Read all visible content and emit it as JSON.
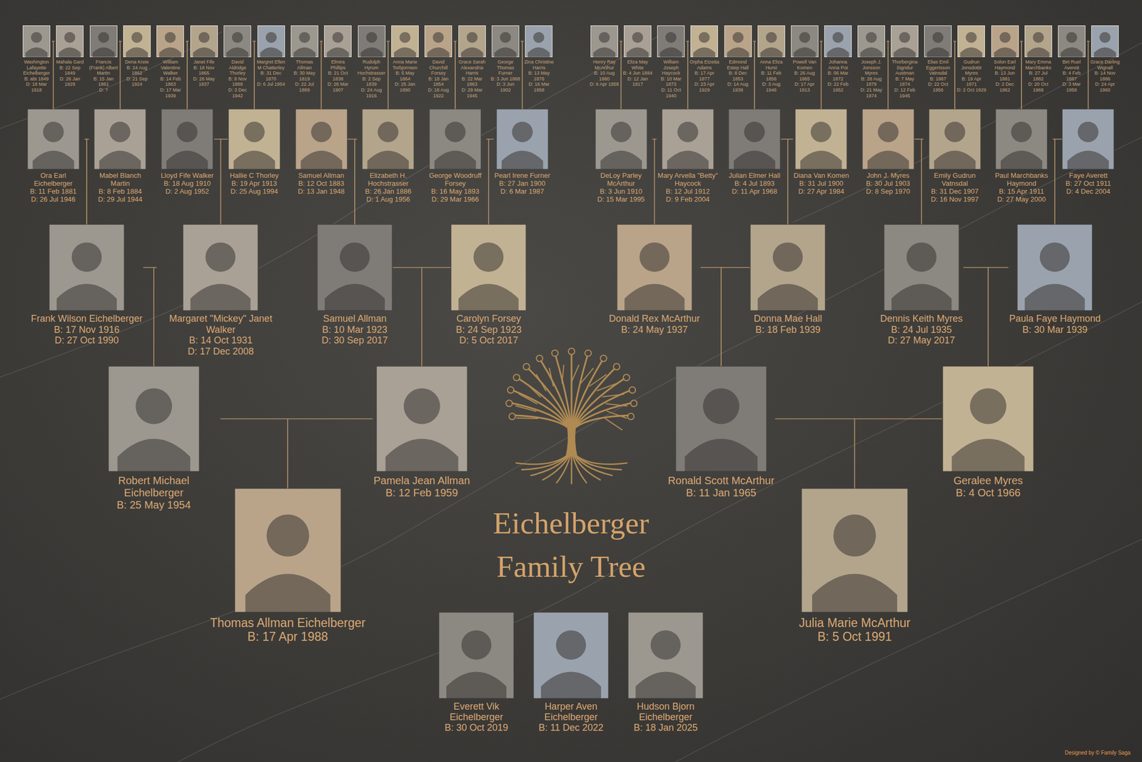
{
  "diagram": {
    "title": "Eichelberger Family Tree",
    "nodes": [
      {
        "text": [
          "Washington Lafayette Eichelberger",
          "B: abt 1849",
          "D: 18 Mar 1918"
        ]
      },
      {
        "text": [
          "Mahala Gard",
          "B: 22 Sep 1849",
          "D: 26 Jan 1929"
        ]
      },
      {
        "text": [
          "Francis (Frank) Albert Martin",
          "B: 15 Jan 1861",
          "D: ?"
        ]
      },
      {
        "text": [
          "Dena Kreie",
          "B: 24 Aug 1862",
          "D: 21 Sep 1924"
        ]
      },
      {
        "text": [
          "William Valentine Walker",
          "B: 14 Feb 1863",
          "D: 17 Mar 1939"
        ]
      },
      {
        "text": [
          "Janet Fife",
          "B: 18 Nov 1865",
          "D: 26 May 1937"
        ]
      },
      {
        "text": [
          "David Aldridge Thorley",
          "B: 8 Nov 1869",
          "D: 3 Dec 1942"
        ]
      },
      {
        "text": [
          "Margret Ellen M Chatterley",
          "B: 31 Dec 1870",
          "D: 6 Jul 1954"
        ]
      },
      {
        "text": [
          "Thomas Allman",
          "B: 30 May 1819",
          "D: 22 Jul 1889"
        ]
      },
      {
        "text": [
          "Elmira Phillips",
          "B: 21 Oct 1838",
          "D: 26 Mar 1907"
        ]
      },
      {
        "text": [
          "Rudolph Hyrum Hochstrasser",
          "B: 2 Sep 1839",
          "D: 24 Aug 1916"
        ]
      },
      {
        "text": [
          "Anna Marie Torbjornsen",
          "B: 5 May 1864",
          "D: 25 Jan 1890"
        ]
      },
      {
        "text": [
          "David Churchill Forsey",
          "B: 18 Jan 1854",
          "D: 18 Aug 1922"
        ]
      },
      {
        "text": [
          "Grace Sarah Alexandria Harris",
          "B: 22 Mar 1863",
          "D: 29 Mar 1945"
        ]
      },
      {
        "text": [
          "George Thomas Furner",
          "B: 3 Jun 1868",
          "D: 3 Jun 1902"
        ]
      },
      {
        "text": [
          "Zina Christine Harris",
          "B: 13 May 1876",
          "D: 16 Mar 1958"
        ]
      },
      {
        "text": [
          "Henry Ray McArthur",
          "B: 10 Aug 1880",
          "D: 6 Apr 1958"
        ]
      },
      {
        "text": [
          "Eliza May White",
          "B: 4 Jun 1884",
          "D: 12 Jan 1917"
        ]
      },
      {
        "text": [
          "William Joseph Haycock",
          "B: 10 Mar 1873",
          "D: 11 Oct 1940"
        ]
      },
      {
        "text": [
          "Orpha Etzetta Adams",
          "B: 17 Apr 1877",
          "D: 23 Apr 1929"
        ]
      },
      {
        "text": [
          "Edmond Estep Hall",
          "B: 8 Dec 1853",
          "D: 14 Aug 1938"
        ]
      },
      {
        "text": [
          "Anna Eliza Hurst",
          "B: 11 Feb 1856",
          "D: 3 Aug 1946"
        ]
      },
      {
        "text": [
          "Powell Van Komen",
          "B: 26 Aug 1865",
          "D: 17 Apr 1913"
        ]
      },
      {
        "text": [
          "Johanna Anna Pot",
          "B: 06 Mar 1872",
          "D: 22 Feb 1952"
        ]
      },
      {
        "text": [
          "Joseph J. Jonsson Myres",
          "B: 28 Aug 1879",
          "D: 21 May 1974"
        ]
      },
      {
        "text": [
          "Thorbergina Sigridur Austman",
          "B: 7 May 1874",
          "D: 12 Feb 1945"
        ]
      },
      {
        "text": [
          "Elias Emil Eggertsson Vatnsdal",
          "B: 1867",
          "D: 22 Oct 1956"
        ]
      },
      {
        "text": [
          "Gudrun Jonsdottir Myres",
          "B: 19 Apr 1871",
          "D: 2 Oct 1929"
        ]
      },
      {
        "text": [
          "Solon Earl Haymond",
          "B: 13 Jun 1881",
          "D: 2 Dec 1962"
        ]
      },
      {
        "text": [
          "Mary Emma Marchbanks",
          "B: 27 Jul 1882",
          "D: 20 Oct 1968"
        ]
      },
      {
        "text": [
          "Birt Ruel Averett",
          "B: 4 Feb 1887",
          "D: 3 Mar 1958"
        ]
      },
      {
        "text": [
          "Grace Darling Wignall",
          "B: 14 Nov 1886",
          "D: 24 Apr 1960"
        ]
      },
      {
        "text": [
          "Ora Earl Eichelberger",
          "B: 11 Feb 1881",
          "D: 26 Jul 1946"
        ]
      },
      {
        "text": [
          "Mabel Blanch Martin",
          "B: 8 Feb 1884",
          "D: 29 Jul 1944"
        ]
      },
      {
        "text": [
          "Lloyd Fife Walker",
          "B: 18 Aug 1910",
          "D: 2 Aug 1952"
        ]
      },
      {
        "text": [
          "Hallie C Thorley",
          "B: 19 Apr 1913",
          "D: 25 Aug 1994"
        ]
      },
      {
        "text": [
          "Samuel Allman",
          "B: 12 Oct 1883",
          "D: 13 Jan 1948"
        ]
      },
      {
        "text": [
          "Elizabeth H. Hochstrasser",
          "B: 26 Jan 1886",
          "D: 1 Aug 1956"
        ]
      },
      {
        "text": [
          "George Woodruff Forsey",
          "B: 16 May 1893",
          "D: 29 Mar 1966"
        ]
      },
      {
        "text": [
          "Pearl Irene Furner",
          "B: 27 Jan 1900",
          "D: 6 Mar 1987"
        ]
      },
      {
        "text": [
          "DeLoy Parley McArthur",
          "B: 3 Jun 1910",
          "D: 15 Mar 1995"
        ]
      },
      {
        "text": [
          "Mary Arvella \"Betty\" Haycock",
          "B: 12 Jul 1912",
          "D: 9 Feb 2004"
        ]
      },
      {
        "text": [
          "Julian Elmer Hall",
          "B: 4 Jul 1893",
          "D: 11 Apr 1968"
        ]
      },
      {
        "text": [
          "Diana Van Komen",
          "B: 31 Jul 1900",
          "D: 27 Apr 1984"
        ]
      },
      {
        "text": [
          "John J. Myres",
          "B: 30 Jul 1903",
          "D: 8 Sep 1970"
        ]
      },
      {
        "text": [
          "Emily Gudrun Vatnsdal",
          "B: 31 Dec 1907",
          "D: 16 Nov 1997"
        ]
      },
      {
        "text": [
          "Paul Marchbanks Haymond",
          "B: 15 Apr 1911",
          "D: 27 May 2000"
        ]
      },
      {
        "text": [
          "Faye Averett",
          "B: 27 Oct 1911",
          "D: 4 Dec 2004"
        ]
      },
      {
        "text": [
          "Frank Wilson Eichelberger",
          "B: 17 Nov 1916",
          "D: 27 Oct 1990"
        ]
      },
      {
        "text": [
          "Margaret \"Mickey\" Janet Walker",
          "B: 14 Oct 1931",
          "D: 17 Dec 2008"
        ]
      },
      {
        "text": [
          "Samuel Allman",
          "B: 10 Mar 1923",
          "D: 30 Sep 2017"
        ]
      },
      {
        "text": [
          "Carolyn Forsey",
          "B: 24 Sep 1923",
          "D: 5 Oct 2017"
        ]
      },
      {
        "text": [
          "Donald Rex McArthur",
          "B: 24 May 1937"
        ]
      },
      {
        "text": [
          "Donna Mae Hall",
          "B: 18 Feb 1939"
        ]
      },
      {
        "text": [
          "Dennis Keith Myres",
          "B: 24 Jul 1935",
          "D: 27 May 2017"
        ]
      },
      {
        "text": [
          "Paula Faye Haymond",
          "B: 30 Mar 1939"
        ]
      },
      {
        "text": [
          "Robert Michael Eichelberger",
          "B: 25 May 1954"
        ]
      },
      {
        "text": [
          "Pamela Jean Allman",
          "B: 12 Feb 1959"
        ]
      },
      {
        "text": [
          "Ronald Scott McArthur",
          "B: 11 Jan 1965"
        ]
      },
      {
        "text": [
          "Geralee Myres",
          "B: 4 Oct 1966"
        ]
      },
      {
        "text": [
          "Thomas Allman Eichelberger",
          "B: 17 Apr 1988"
        ]
      },
      {
        "text": [
          "Julia Marie McArthur",
          "B: 5 Oct 1991"
        ]
      },
      {
        "text": [
          "Everett Vik Eichelberger",
          "B: 30 Oct 2019"
        ]
      },
      {
        "text": [
          "Harper Aven Eichelberger",
          "B: 11 Dec 2022"
        ]
      },
      {
        "text": [
          "Hudson Bjorn Eichelberger",
          "B: 18 Jan 2025"
        ]
      }
    ],
    "edges": [
      {
        "from": 0,
        "to": 32,
        "arrow": "none"
      },
      {
        "from": 1,
        "to": 32,
        "arrow": "none"
      },
      {
        "from": 2,
        "to": 33,
        "arrow": "none"
      },
      {
        "from": 3,
        "to": 33,
        "arrow": "none"
      },
      {
        "from": 4,
        "to": 34,
        "arrow": "none"
      },
      {
        "from": 5,
        "to": 34,
        "arrow": "none"
      },
      {
        "from": 6,
        "to": 35,
        "arrow": "none"
      },
      {
        "from": 7,
        "to": 35,
        "arrow": "none"
      },
      {
        "from": 8,
        "to": 36,
        "arrow": "none"
      },
      {
        "from": 9,
        "to": 36,
        "arrow": "none"
      },
      {
        "from": 10,
        "to": 37,
        "arrow": "none"
      },
      {
        "from": 11,
        "to": 37,
        "arrow": "none"
      },
      {
        "from": 12,
        "to": 38,
        "arrow": "none"
      },
      {
        "from": 13,
        "to": 38,
        "arrow": "none"
      },
      {
        "from": 14,
        "to": 39,
        "arrow": "none"
      },
      {
        "from": 15,
        "to": 39,
        "arrow": "none"
      },
      {
        "from": 16,
        "to": 40,
        "arrow": "none"
      },
      {
        "from": 17,
        "to": 40,
        "arrow": "none"
      },
      {
        "from": 18,
        "to": 41,
        "arrow": "none"
      },
      {
        "from": 19,
        "to": 41,
        "arrow": "none"
      },
      {
        "from": 20,
        "to": 42,
        "arrow": "none"
      },
      {
        "from": 21,
        "to": 42,
        "arrow": "none"
      },
      {
        "from": 22,
        "to": 43,
        "arrow": "none"
      },
      {
        "from": 23,
        "to": 43,
        "arrow": "none"
      },
      {
        "from": 24,
        "to": 44,
        "arrow": "none"
      },
      {
        "from": 25,
        "to": 44,
        "arrow": "none"
      },
      {
        "from": 26,
        "to": 45,
        "arrow": "none"
      },
      {
        "from": 27,
        "to": 45,
        "arrow": "none"
      },
      {
        "from": 28,
        "to": 46,
        "arrow": "none"
      },
      {
        "from": 29,
        "to": 46,
        "arrow": "none"
      },
      {
        "from": 30,
        "to": 47,
        "arrow": "none"
      },
      {
        "from": 31,
        "to": 47,
        "arrow": "none"
      },
      {
        "from": 32,
        "to": 48,
        "arrow": "none"
      },
      {
        "from": 33,
        "to": 48,
        "arrow": "none"
      },
      {
        "from": 34,
        "to": 49,
        "arrow": "none"
      },
      {
        "from": 35,
        "to": 49,
        "arrow": "none"
      },
      {
        "from": 36,
        "to": 50,
        "arrow": "none"
      },
      {
        "from": 37,
        "to": 50,
        "arrow": "none"
      },
      {
        "from": 38,
        "to": 51,
        "arrow": "none"
      },
      {
        "from": 39,
        "to": 51,
        "arrow": "none"
      },
      {
        "from": 40,
        "to": 52,
        "arrow": "none"
      },
      {
        "from": 41,
        "to": 52,
        "arrow": "none"
      },
      {
        "from": 42,
        "to": 53,
        "arrow": "none"
      },
      {
        "from": 43,
        "to": 53,
        "arrow": "none"
      },
      {
        "from": 44,
        "to": 54,
        "arrow": "none"
      },
      {
        "from": 45,
        "to": 54,
        "arrow": "none"
      },
      {
        "from": 46,
        "to": 55,
        "arrow": "none"
      },
      {
        "from": 47,
        "to": 55,
        "arrow": "none"
      },
      {
        "from": 48,
        "to": 56,
        "arrow": "none"
      },
      {
        "from": 49,
        "to": 56,
        "arrow": "none"
      },
      {
        "from": 50,
        "to": 57,
        "arrow": "none"
      },
      {
        "from": 51,
        "to": 57,
        "arrow": "none"
      },
      {
        "from": 52,
        "to": 58,
        "arrow": "none"
      },
      {
        "from": 53,
        "to": 58,
        "arrow": "none"
      },
      {
        "from": 54,
        "to": 59,
        "arrow": "none"
      },
      {
        "from": 55,
        "to": 59,
        "arrow": "none"
      },
      {
        "from": 56,
        "to": 60,
        "arrow": "none"
      },
      {
        "from": 57,
        "to": 60,
        "arrow": "none"
      },
      {
        "from": 58,
        "to": 61,
        "arrow": "none"
      },
      {
        "from": 59,
        "to": 61,
        "arrow": "none"
      }
    ],
    "labels": [
      "Designed by © Family Saga"
    ]
  }
}
